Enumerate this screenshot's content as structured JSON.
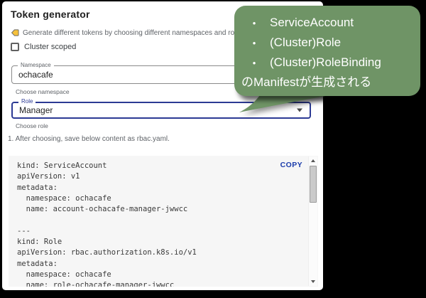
{
  "card": {
    "title": "Token generator",
    "hint": "Generate different tokens by choosing different namespaces and roles.",
    "checkbox_label": "Cluster scoped",
    "namespace": {
      "label": "Namespace",
      "value": "ochacafe",
      "helper": "Choose namespace"
    },
    "role": {
      "label": "Role",
      "value": "Manager",
      "helper": "Choose role"
    },
    "step": "1. After choosing, save below content as rbac.yaml.",
    "copy_label": "COPY",
    "yaml_lines": [
      "kind: ServiceAccount",
      "apiVersion: v1",
      "metadata:",
      "  namespace: ochacafe",
      "  name: account-ochacafe-manager-jwwcc",
      "",
      "---",
      "kind: Role",
      "apiVersion: rbac.authorization.k8s.io/v1",
      "metadata:",
      "  namespace: ochacafe",
      "  name: role-ochacafe-manager-jwwcc"
    ]
  },
  "callout": {
    "bullet_char": "•",
    "bullets": [
      "ServiceAccount",
      "(Cluster)Role",
      "(Cluster)RoleBinding"
    ],
    "footer": "のManifestが生成される"
  },
  "colors": {
    "focus_accent": "#2c3a94",
    "copy_blue": "#1b3cab",
    "callout_green": "#6f9466",
    "hint_icon_yellow": "#f6c13b"
  }
}
